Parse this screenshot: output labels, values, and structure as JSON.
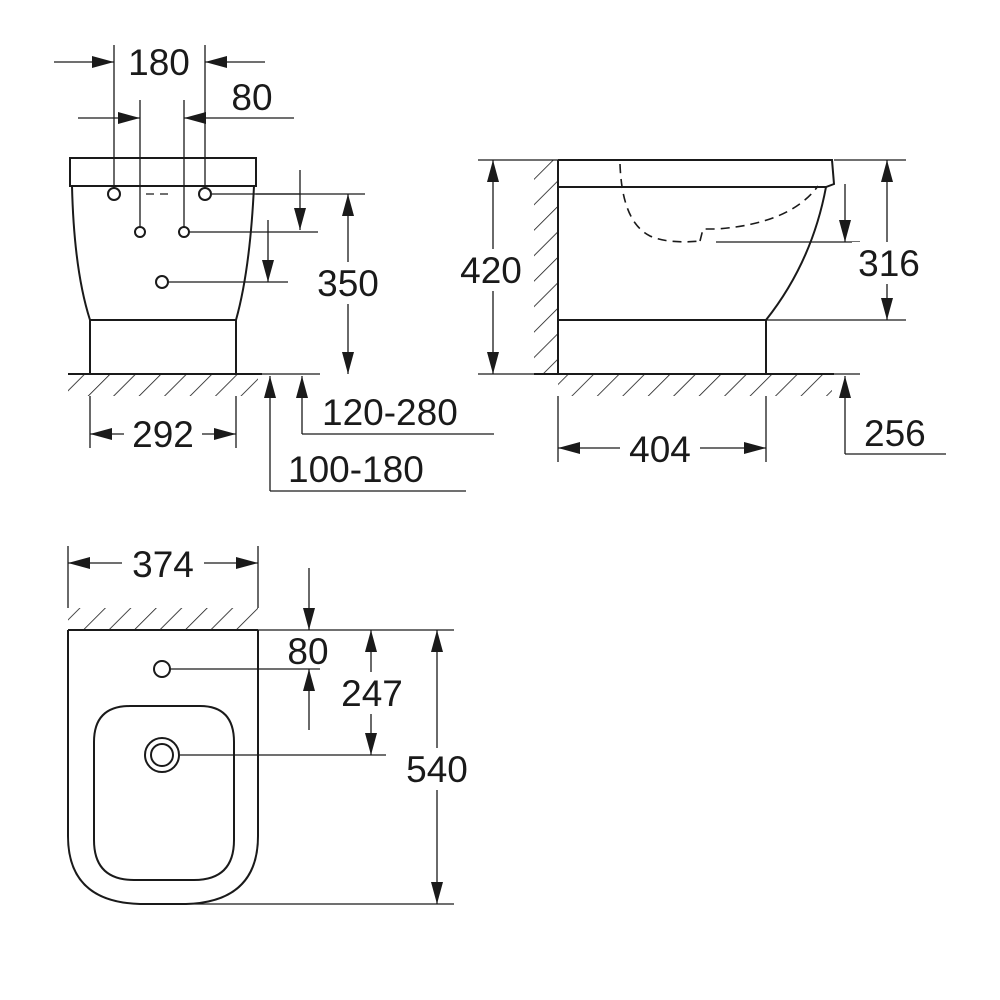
{
  "colors": {
    "line": "#1a1a1a",
    "background": "#ffffff"
  },
  "front_view": {
    "dimensions": {
      "top_width": "180",
      "supply_spacing": "80",
      "height_350": "350",
      "inlet_height_range": "120-280",
      "outlet_height_range": "100-180",
      "base_width": "292"
    }
  },
  "side_view": {
    "dimensions": {
      "total_height": "420",
      "rim_height": "316",
      "depth": "404",
      "drain_offset": "256"
    }
  },
  "top_view": {
    "dimensions": {
      "width": "374",
      "tap_offset": "80",
      "drain_distance": "247",
      "length": "540"
    }
  }
}
